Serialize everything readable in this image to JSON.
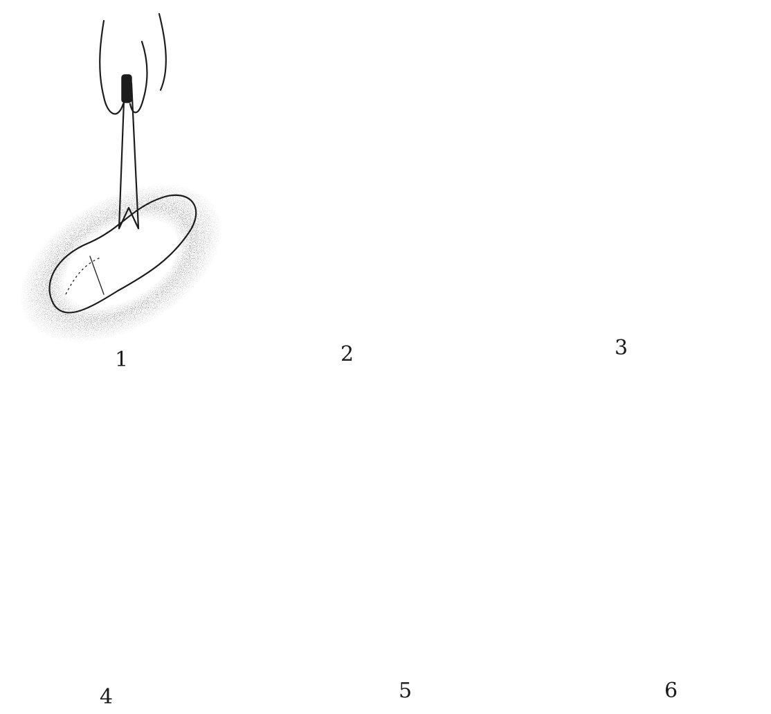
{
  "panels": [
    {
      "label": "1"
    },
    {
      "label": "2"
    },
    {
      "label": "3"
    },
    {
      "label": "4"
    },
    {
      "label": "5"
    },
    {
      "label": "6"
    }
  ],
  "colors": {
    "ink": "#1c1c1c",
    "paper": "#ffffff",
    "sand_shading": "#3a3a3a"
  }
}
